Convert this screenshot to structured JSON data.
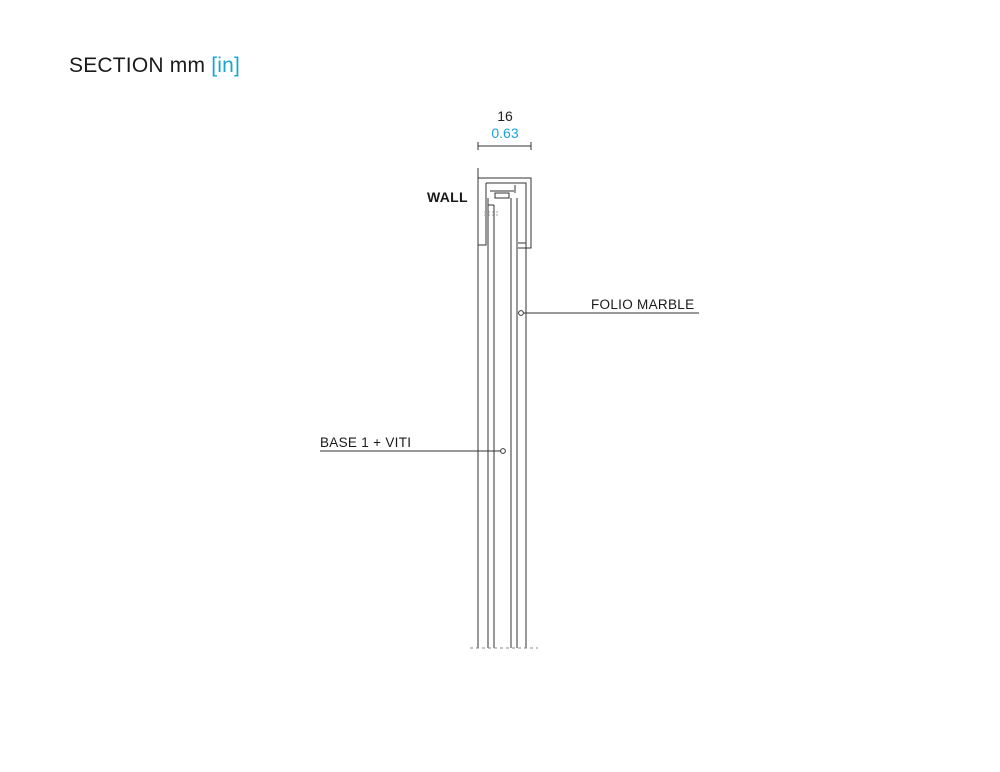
{
  "title": {
    "main": "SECTION mm",
    "alt": "[in]"
  },
  "dimension": {
    "mm": "16",
    "in": "0.63"
  },
  "labels": {
    "wall": "WALL",
    "folio_marble": "FOLIO MARBLE",
    "base": "BASE 1 + VITI"
  },
  "colors": {
    "accent": "#1aa3d4",
    "line": "#333333"
  }
}
